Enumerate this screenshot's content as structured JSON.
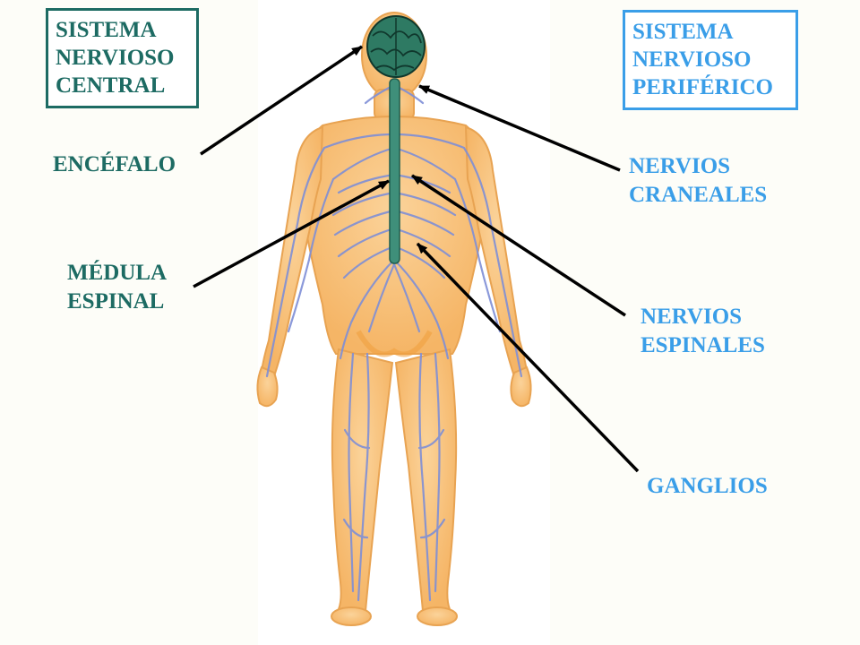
{
  "colors": {
    "central": "#1d6b63",
    "peripheral": "#3a9ee8",
    "skin": "#f7bf78",
    "skin_edge": "#e8a352",
    "nerve": "#7f8fd6",
    "cord": "#3f8f7a",
    "brain": "#2e7a63",
    "arrow": "#000000",
    "background": "#fdfdf8"
  },
  "boxes": {
    "central": "SISTEMA\nNERVIOSO\nCENTRAL",
    "peripheral": "SISTEMA\nNERVIOSO\nPERIFÉRICO"
  },
  "labels": {
    "encefalo": "ENCÉFALO",
    "medula": "MÉDULA\nESPINAL",
    "nervios_craneales": "NERVIOS\nCRANEALES",
    "nervios_espinales": "NERVIOS\nESPINALES",
    "ganglios": "GANGLIOS"
  }
}
